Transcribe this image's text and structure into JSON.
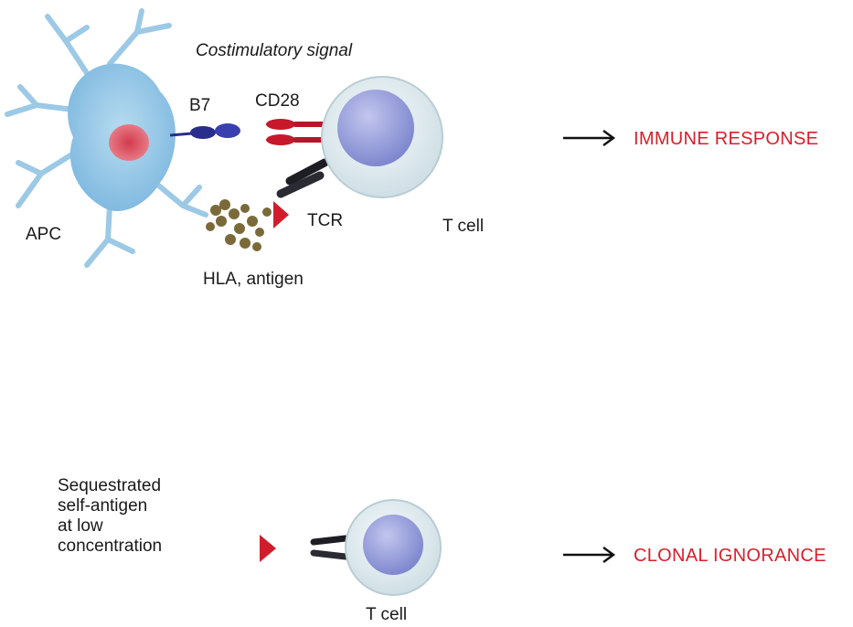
{
  "panel_top": {
    "costimulatory_label": "Costimulatory signal",
    "b7_label": "B7",
    "cd28_label": "CD28",
    "apc_label": "APC",
    "tcr_label": "TCR",
    "tcell_label": "T cell",
    "hla_label": "HLA, antigen",
    "outcome": "IMMUNE RESPONSE"
  },
  "panel_bottom": {
    "antigen_lines": [
      "Sequestrated",
      "self-antigen",
      "at low",
      "concentration"
    ],
    "tcell_label": "T cell",
    "outcome": "CLONAL IGNORANCE"
  },
  "colors": {
    "apc_body": "#8fc4e4",
    "apc_nucleus": "#d34a5b",
    "b7": "#2b2d8c",
    "cd28": "#c8182b",
    "tcr": "#1d1d24",
    "antigen": "#d11d2b",
    "hla": "#7a6a3a",
    "tcell_body": "#e6eef2",
    "tcell_nucleus": "#8e96d6",
    "outcome_text": "#d6202a"
  }
}
